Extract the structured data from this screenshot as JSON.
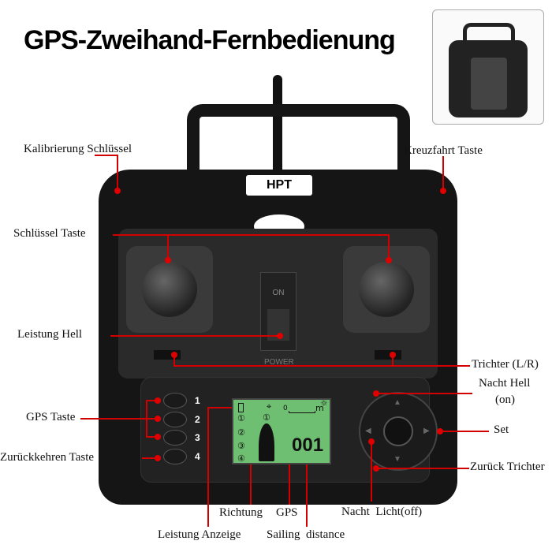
{
  "title": "GPS-Zweihand-Fernbedienung",
  "brand": "HPT",
  "power_button": "POWER",
  "switch_on": "ON",
  "buttons": [
    "1",
    "2",
    "3",
    "4"
  ],
  "screen": {
    "slots": [
      "①",
      "②",
      "③",
      "④"
    ],
    "gps_slot": "①",
    "distance_scale": "0",
    "distance_unit": "m",
    "distance_value": "001"
  },
  "labels": {
    "kalibrierung": "Kalibrierung Schlüssel",
    "kreuzfahrt": "Kreuzfahrt Taste",
    "schluessel": "Schlüssel Taste",
    "leistung_hell": "Leistung Hell",
    "trichter": "Trichter (L/R)",
    "nacht_hell_1": "Nacht Hell",
    "nacht_hell_2": "(on)",
    "gps_taste": "GPS Taste",
    "set": "Set",
    "zurueckkehren": "Zurückkehren Taste",
    "zurueck_trichter": "Zurück Trichter",
    "richtung": "Richtung",
    "gps": "GPS",
    "nacht_licht": "Nacht  Licht(off)",
    "leistung_anzeige": "Leistung Anzeige",
    "sailing": "Sailing  distance"
  },
  "colors": {
    "callout": "#d40000",
    "screen": "#6fbf72"
  }
}
